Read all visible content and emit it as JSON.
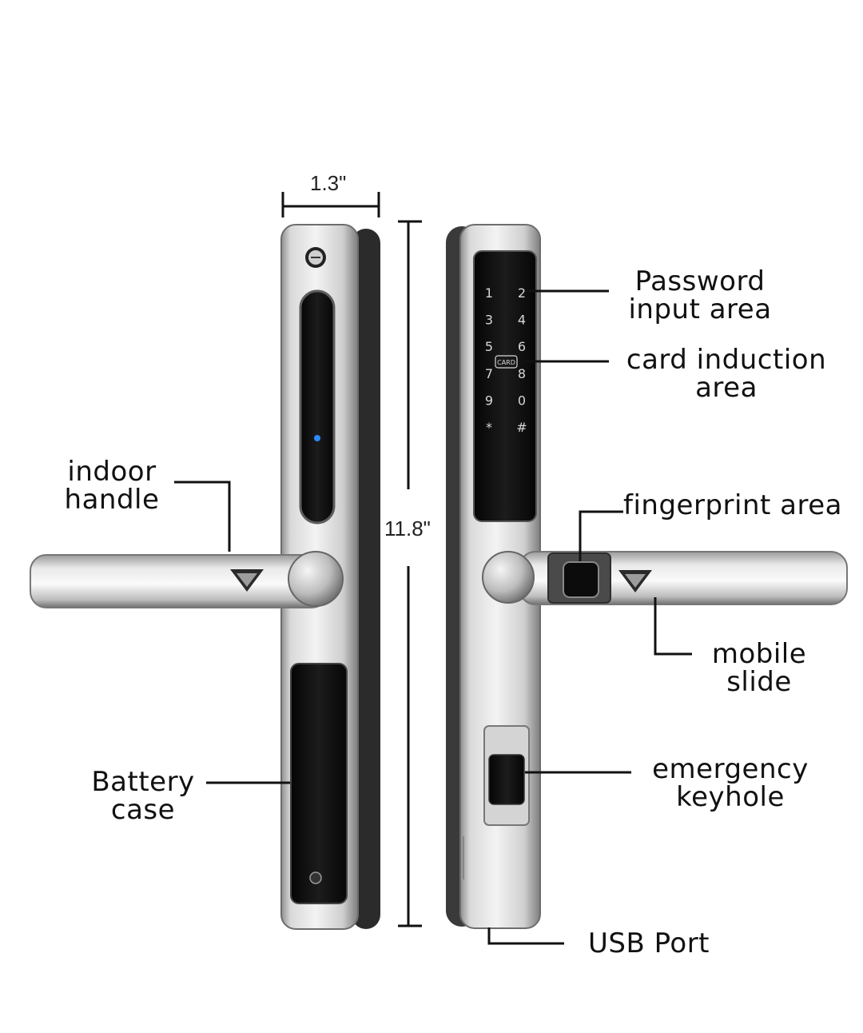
{
  "dimensions": {
    "width": "1.3\"",
    "height": "11.8\""
  },
  "labels": {
    "indoor_handle": [
      "indoor",
      "handle"
    ],
    "battery_case": [
      "Battery",
      "case"
    ],
    "password_input": [
      "Password",
      "input area"
    ],
    "card_induction": [
      "card induction",
      "area"
    ],
    "fingerprint": "fingerprint area",
    "mobile_slide": [
      "mobile",
      "slide"
    ],
    "emergency_keyhole": [
      "emergency",
      "keyhole"
    ],
    "usb_port": "USB Port"
  },
  "keypad": {
    "keys": [
      "1",
      "2",
      "3",
      "4",
      "5",
      "6",
      "7",
      "8",
      "9",
      "0",
      "*",
      "#"
    ],
    "card_badge": "CARD"
  },
  "colors": {
    "metal_light": "#e8e8e8",
    "metal_dark": "#8a8a8a",
    "panel_black": "#111111",
    "indicator_blue": "#2a8cff",
    "leader_line": "#111111"
  }
}
